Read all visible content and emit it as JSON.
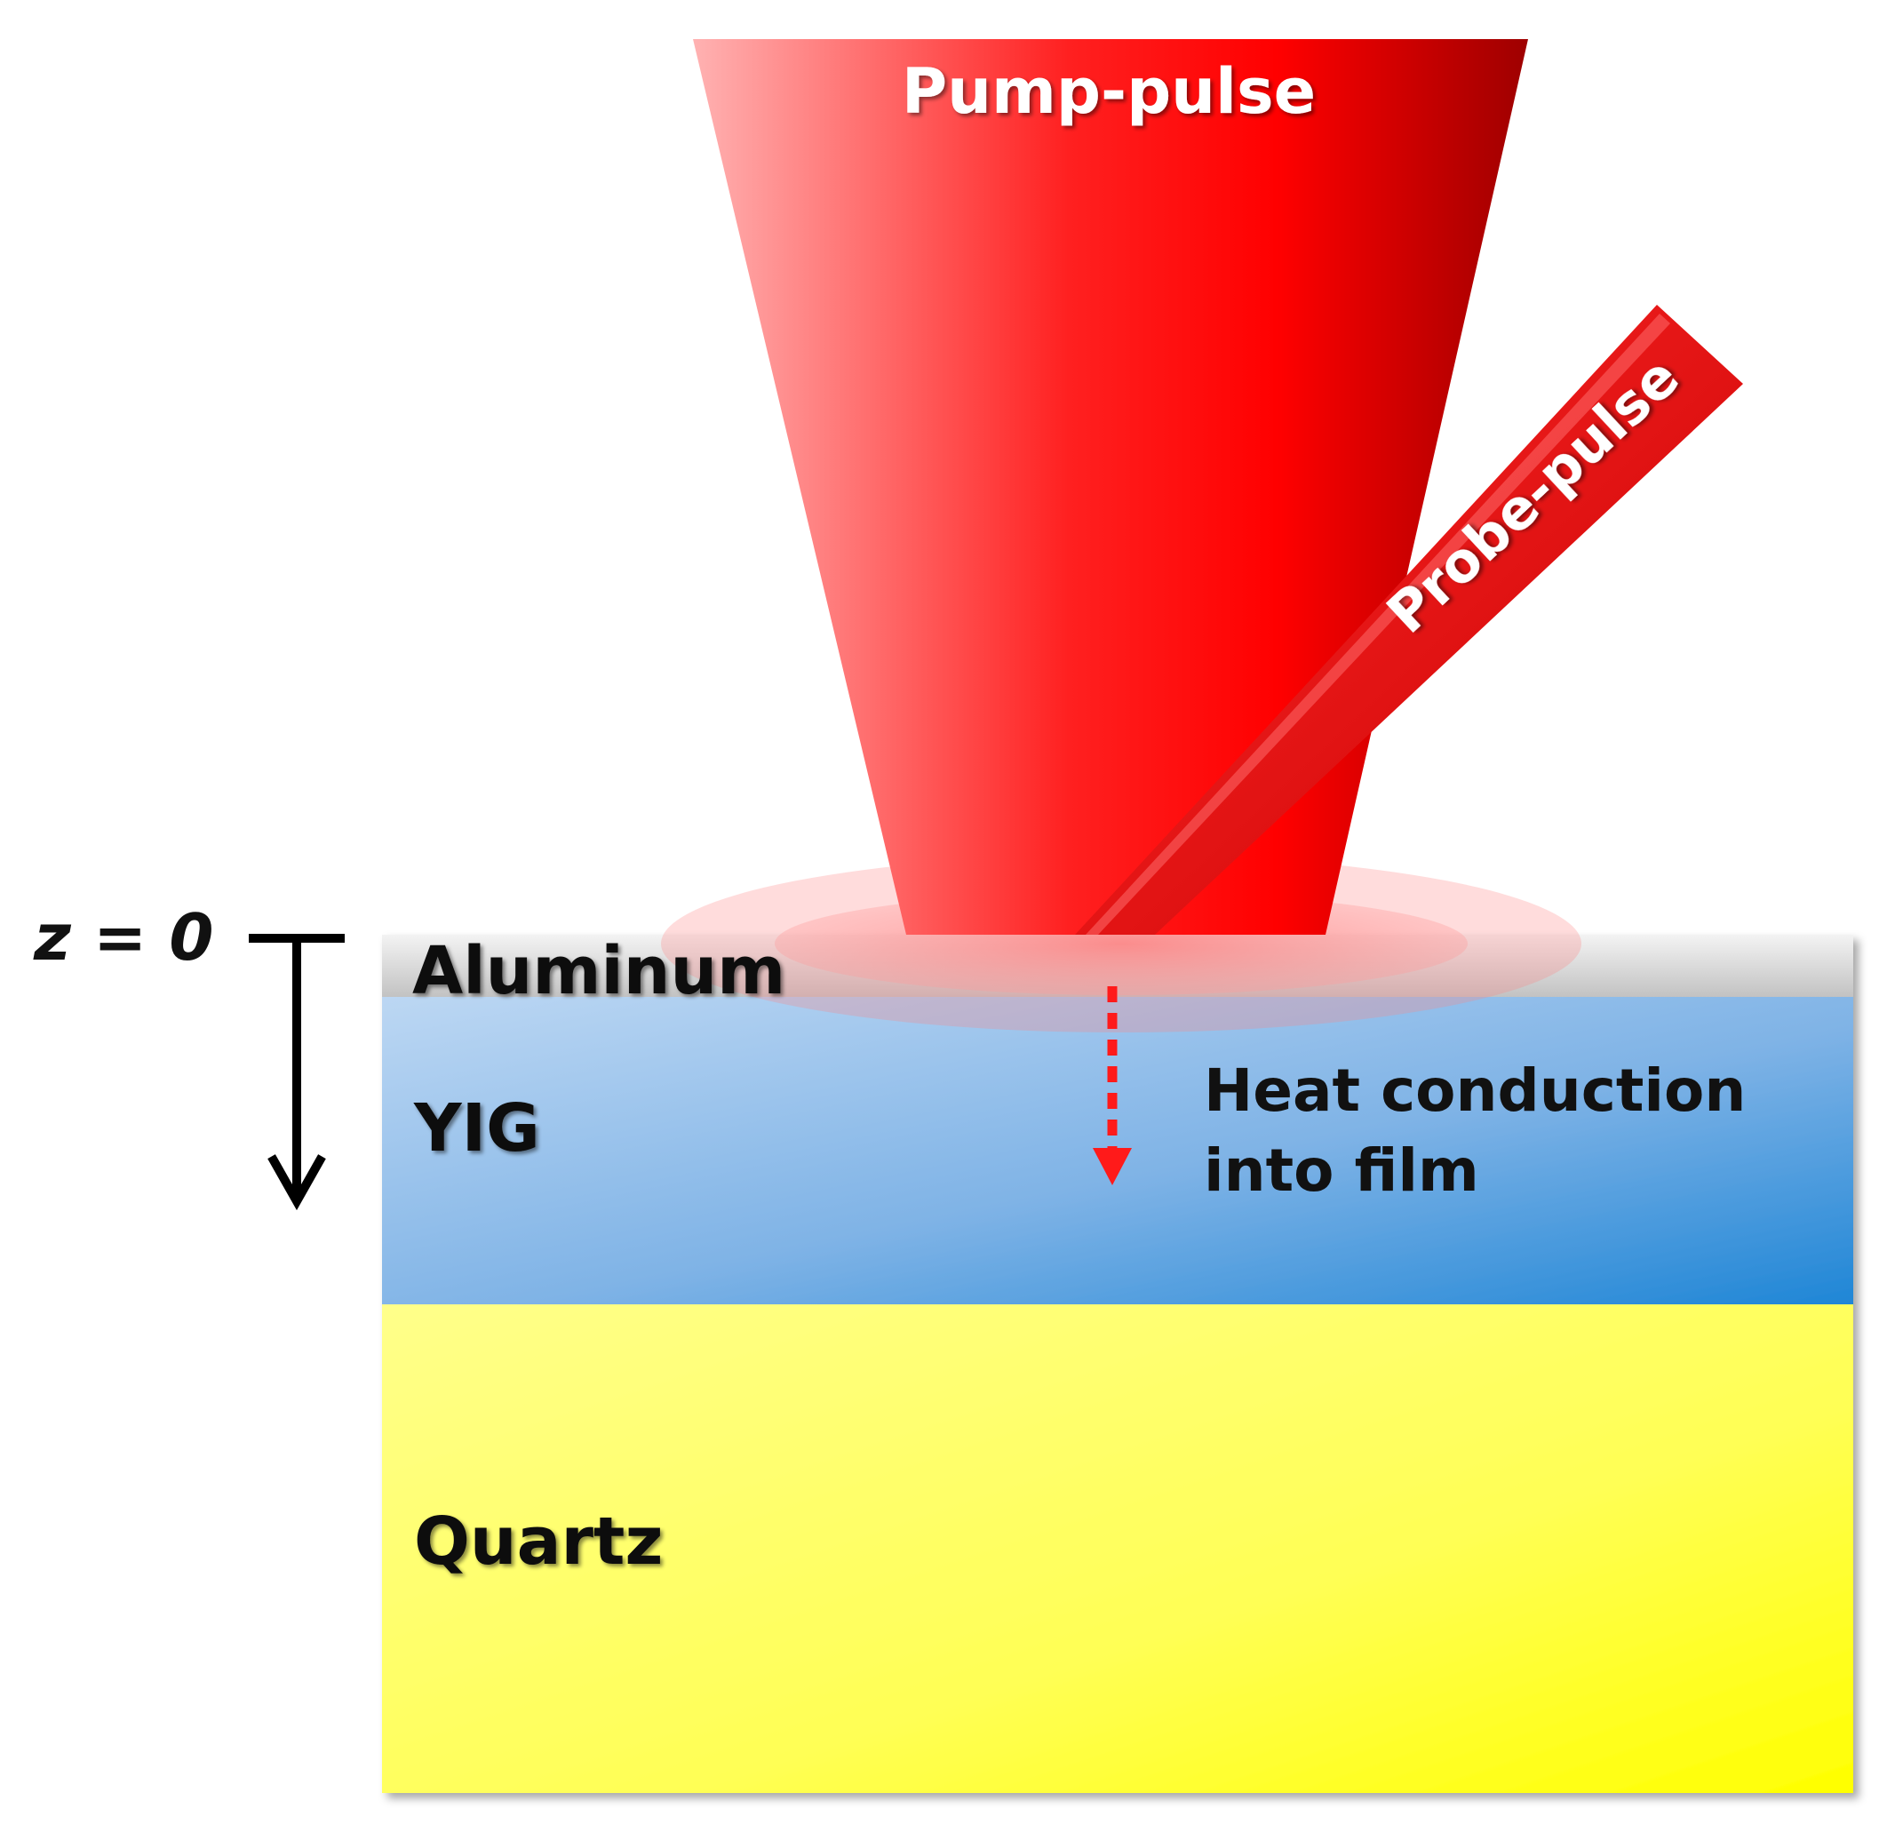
{
  "labels": {
    "pump": "Pump-pulse",
    "probe": "Probe-pulse",
    "aluminum": "Aluminum",
    "yig": "YIG",
    "quartz": "Quartz",
    "heat_line1": "Heat conduction",
    "heat_line2": "into film",
    "z_axis": "z = 0"
  },
  "colors": {
    "beam_red": "#ff0000",
    "beam_dark_red": "#a00000",
    "beam_light_red": "#ffb0b0",
    "aluminum_top": "#f2f2f2",
    "aluminum_bottom": "#c4c4c4",
    "yig_light": "#b8d4f2",
    "yig_dark": "#1f86d6",
    "quartz_light": "#ffff88",
    "quartz_bright": "#ffff00",
    "heat_arrow": "#ff1a1a",
    "axis": "#000000"
  }
}
